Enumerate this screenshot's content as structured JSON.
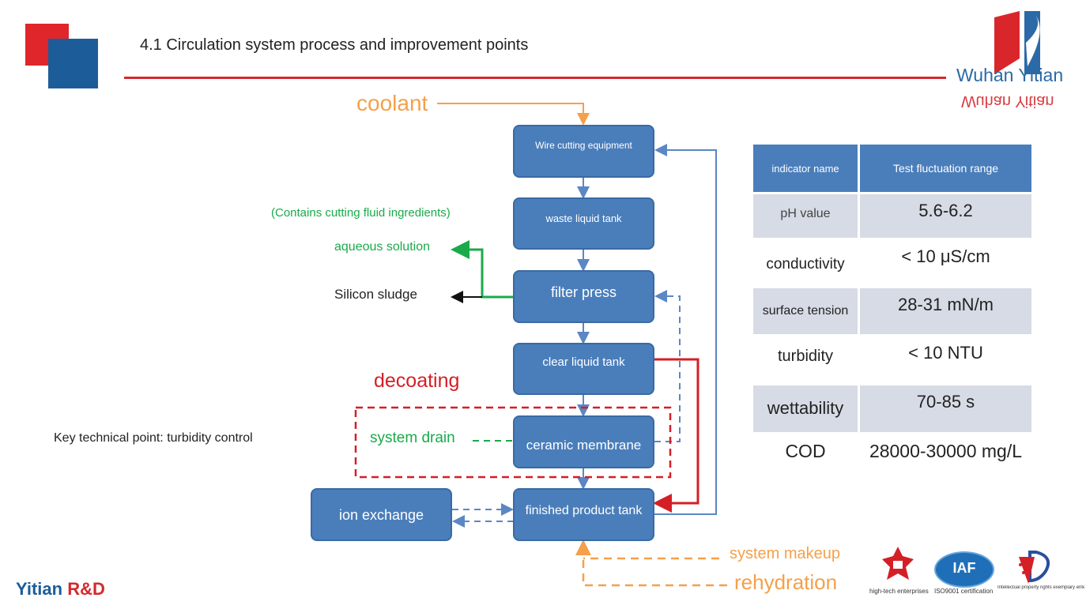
{
  "header": {
    "title": "4.1 Circulation system process and improvement points",
    "logo_text": "Wuhan Yitian",
    "logo_text_mirror": "Wuhan Yitian"
  },
  "diagram": {
    "coolant": "coolant",
    "boxes": {
      "wire": "Wire cutting equipment",
      "waste": "waste liquid tank",
      "filter": "filter press",
      "clear": "clear liquid tank",
      "ceramic": "ceramic membrane",
      "finished": "finished product tank",
      "ion": "ion exchange"
    },
    "contains_note": "(Contains cutting fluid ingredients)",
    "aqueous": "aqueous solution",
    "sludge": "Silicon sludge",
    "decoating": "decoating",
    "system_drain": "system drain",
    "key_point": "Key technical point: turbidity control",
    "system_makeup": "system makeup",
    "rehydration": "rehydration"
  },
  "table": {
    "headers": [
      "indicator name",
      "Test fluctuation range"
    ],
    "rows": [
      [
        "pH value",
        "5.6-6.2"
      ],
      [
        "conductivity",
        "< 10 μS/cm"
      ],
      [
        "surface tension",
        "28-31 mN/m"
      ],
      [
        "turbidity",
        "< 10 NTU"
      ],
      [
        "wettability",
        "70-85 s"
      ],
      [
        "COD",
        "28000-30000 mg/L"
      ]
    ]
  },
  "footer": {
    "brand_main": "Yitian ",
    "brand_rd": "R&D",
    "cert1": "high-tech enterprises",
    "cert2": "ISO9001 certification",
    "cert3": "Intellectual property rights exemplary enterprise",
    "iaf": "IAF"
  },
  "colors": {
    "box_blue": "#4a7ebb",
    "flow_blue": "#5b87c4",
    "orange": "#f5a04a",
    "green": "#1aaa4a",
    "red": "#d41f26"
  }
}
